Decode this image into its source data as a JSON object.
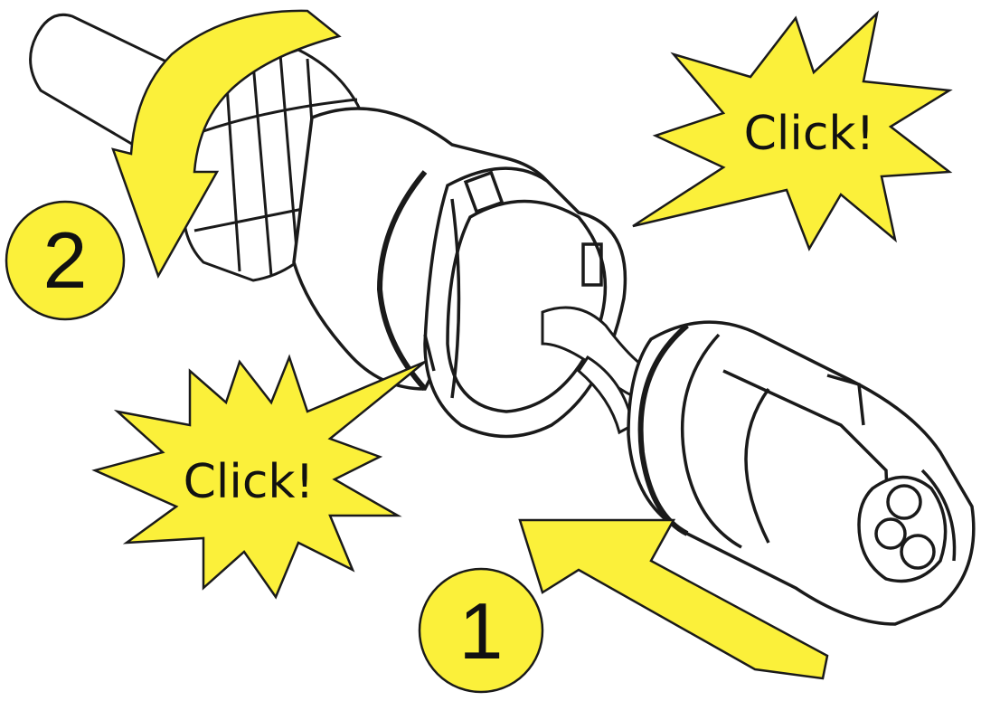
{
  "step1": {
    "label": "1"
  },
  "step2": {
    "label": "2"
  },
  "callout_top": {
    "text": "Click!"
  },
  "callout_bottom": {
    "text": "Click!"
  },
  "colors": {
    "highlight": "#fbf03a",
    "line": "#1a1a1a",
    "background": "#ffffff"
  }
}
